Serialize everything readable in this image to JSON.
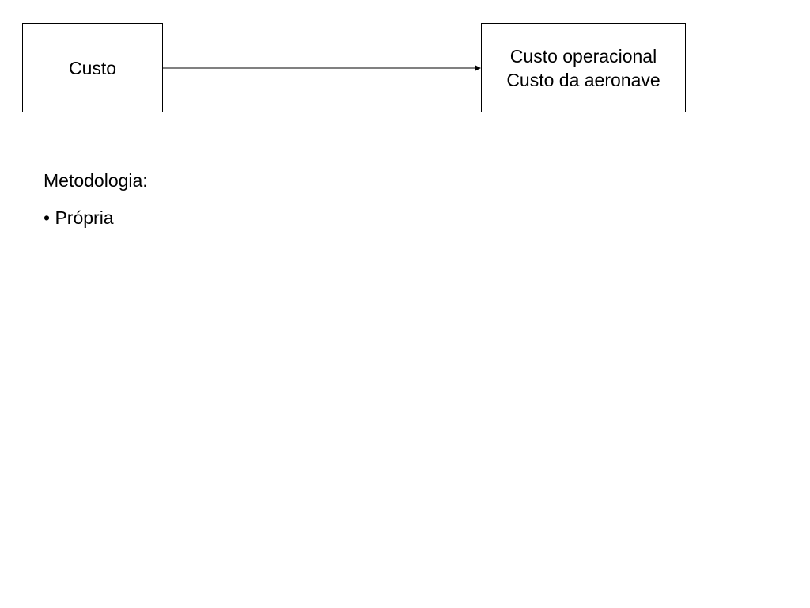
{
  "diagram": {
    "source_box": {
      "label": "Custo"
    },
    "target_box": {
      "lines": [
        "Custo operacional",
        "Custo da aeronave"
      ]
    },
    "methodology": {
      "heading": "Metodologia:",
      "bullet": "•",
      "items": [
        "Própria"
      ]
    }
  }
}
